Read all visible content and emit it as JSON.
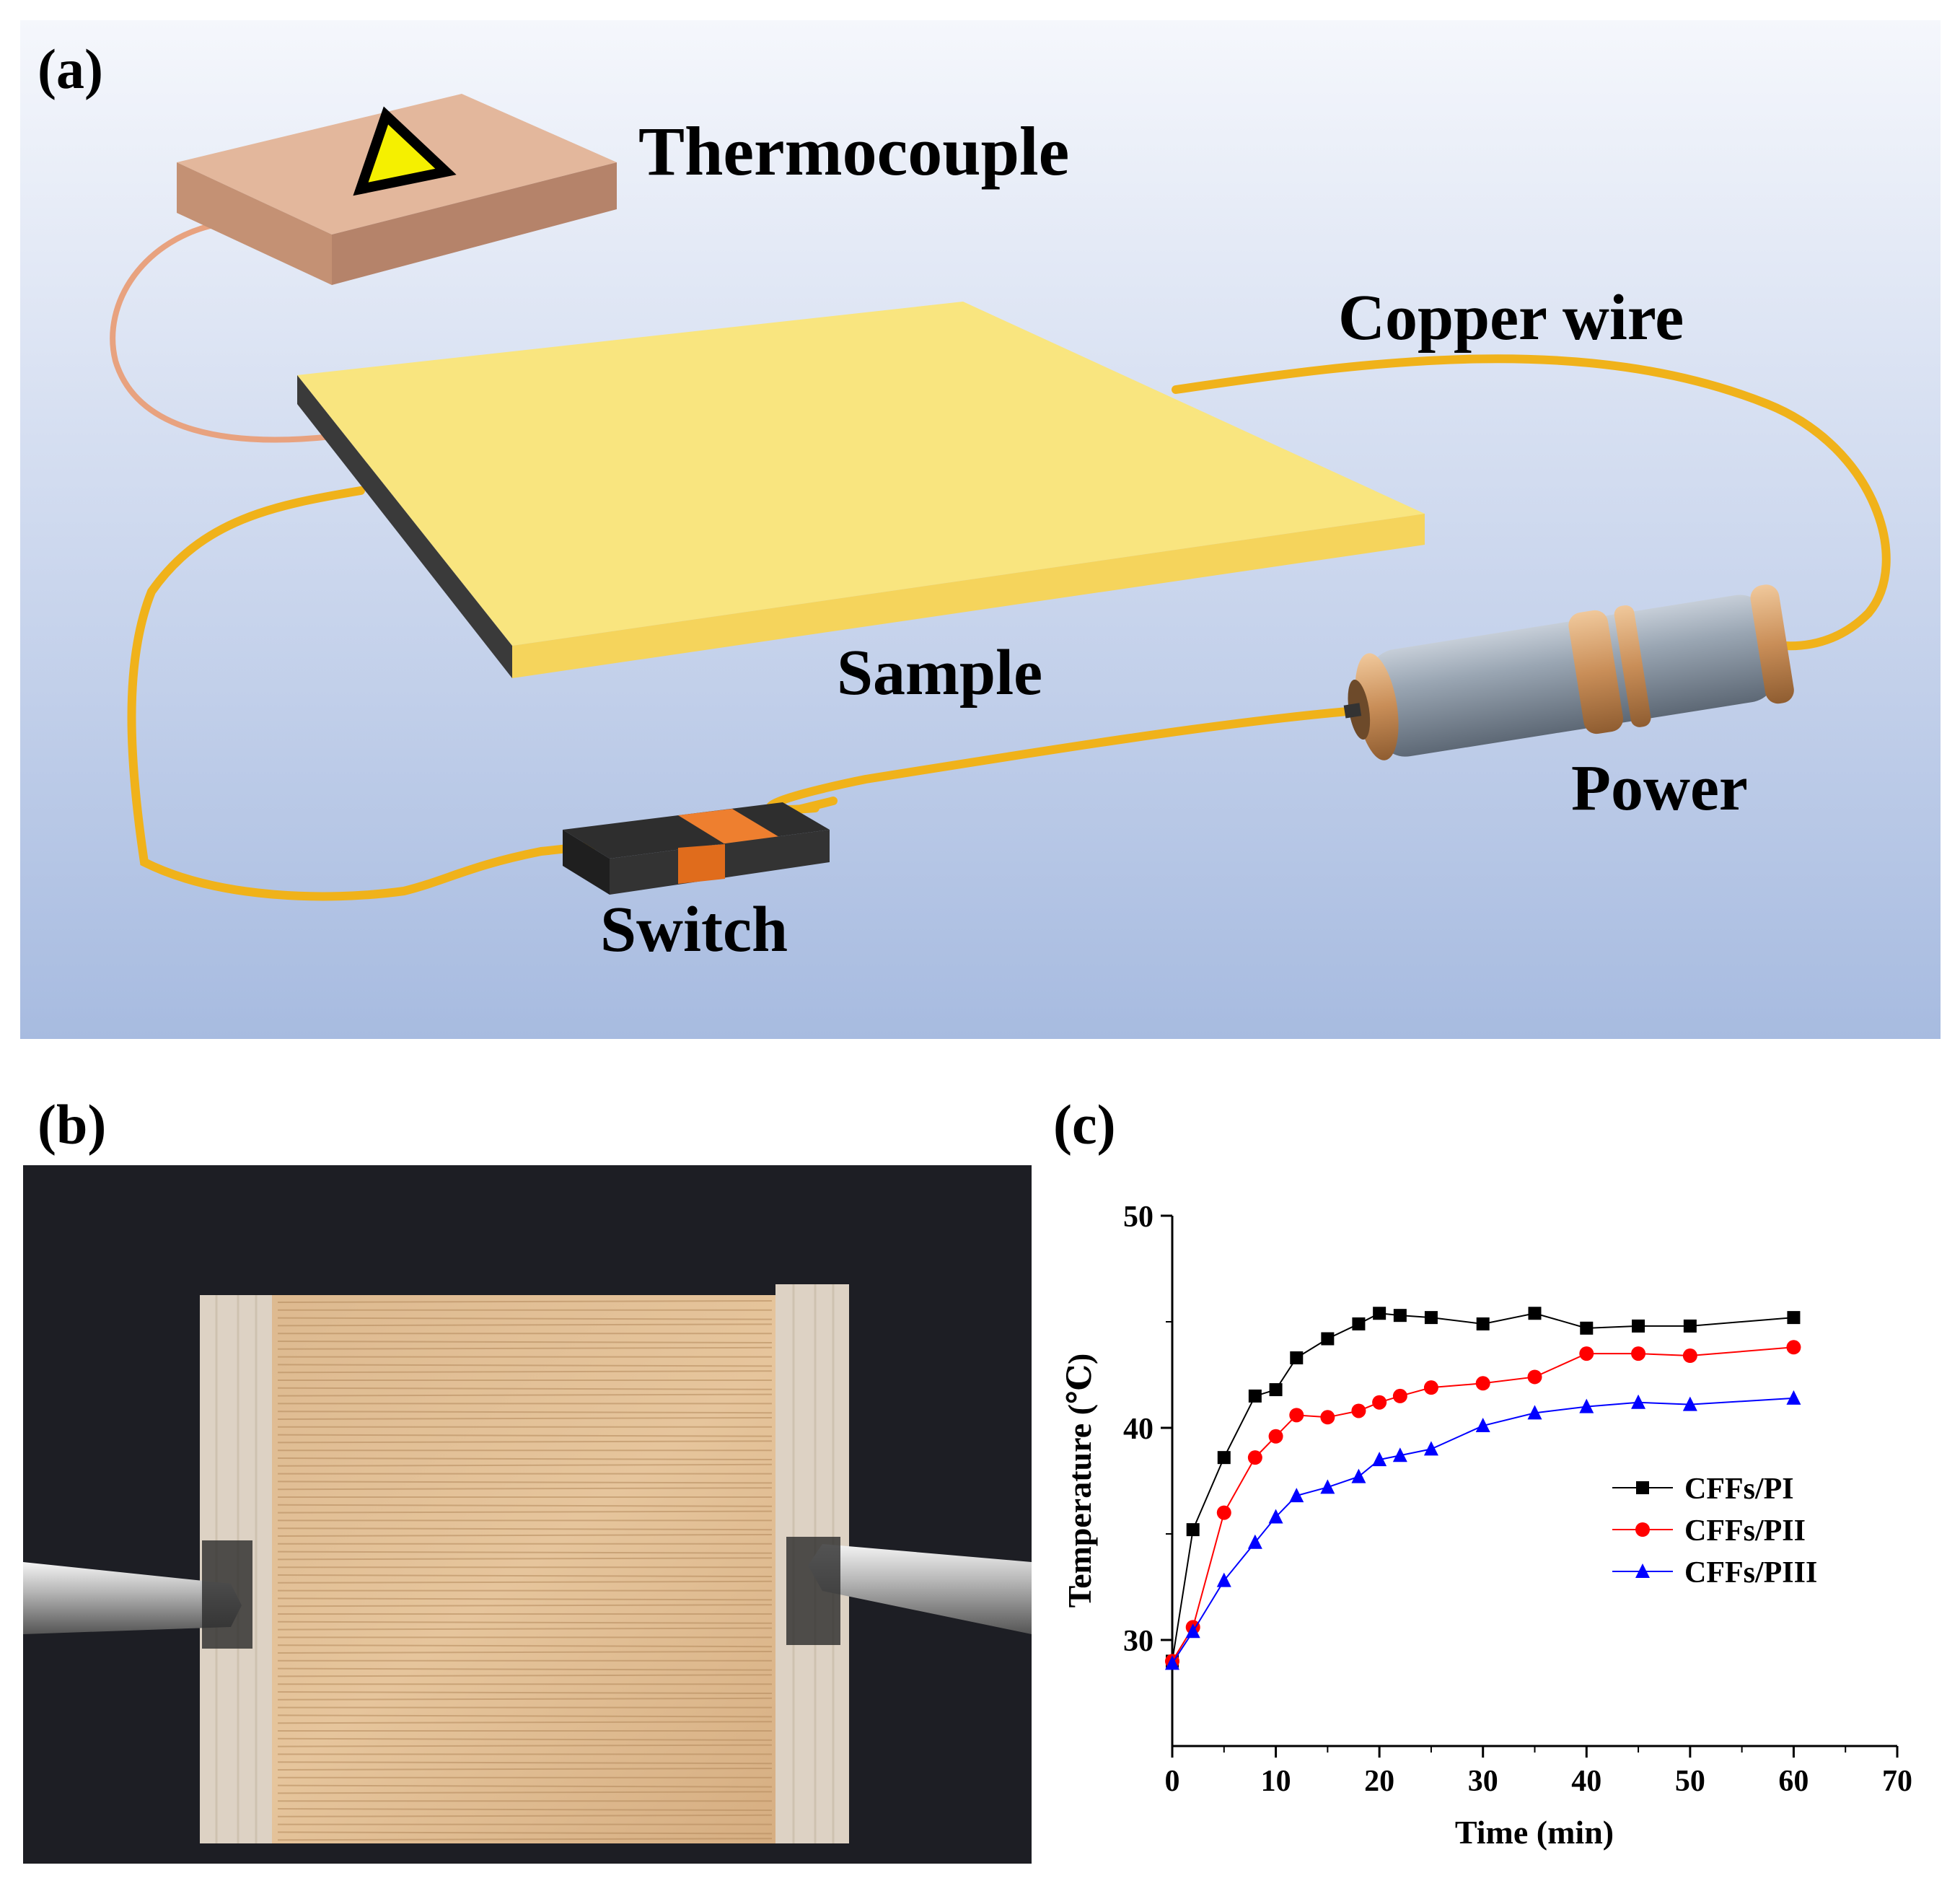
{
  "panel_a": {
    "label": "(a)",
    "thermocouple_label": "Thermocouple",
    "copper_wire_label": "Copper wire",
    "sample_label": "Sample",
    "power_label": "Power",
    "switch_label": "Switch",
    "colors": {
      "background_top": "#f3f6fb",
      "background_bottom": "#a9bde2",
      "wire": "#f0b21a",
      "thermo_wire": "#e8a27f",
      "sample_top": "#f8e27a",
      "sample_front": "#f5d45c",
      "sample_edge": "#3a3a3a",
      "thermocouple_box": "#d7a98e",
      "switch_orange": "#ee7f2f",
      "battery": "#8d9aa8",
      "battery_cap": "#c9915e"
    }
  },
  "panel_b": {
    "label": "(b)"
  },
  "panel_c": {
    "label": "(c)",
    "chart_data": {
      "type": "line",
      "xlabel": "Time (min)",
      "ylabel": "Temperature (℃)",
      "xlim": [
        0,
        70
      ],
      "ylim": [
        25,
        50
      ],
      "xticks": [
        0,
        10,
        20,
        30,
        40,
        50,
        60,
        70
      ],
      "yticks": [
        30,
        40,
        50
      ],
      "grid": false,
      "legend": "center-right",
      "series": [
        {
          "name": "CFFs/PI",
          "marker": "square",
          "color": "#000000",
          "x": [
            0,
            2,
            5,
            8,
            10,
            12,
            15,
            18,
            20,
            22,
            25,
            30,
            35,
            40,
            45,
            50,
            60
          ],
          "y": [
            29.0,
            35.2,
            38.6,
            41.5,
            41.8,
            43.3,
            44.2,
            44.9,
            45.4,
            45.3,
            45.2,
            44.9,
            45.4,
            44.7,
            44.8,
            44.8,
            45.2
          ]
        },
        {
          "name": "CFFs/PII",
          "marker": "circle",
          "color": "#ff0000",
          "x": [
            0,
            2,
            5,
            8,
            10,
            12,
            15,
            18,
            20,
            22,
            25,
            30,
            35,
            40,
            45,
            50,
            60
          ],
          "y": [
            29.0,
            30.6,
            36.0,
            38.6,
            39.6,
            40.6,
            40.5,
            40.8,
            41.2,
            41.5,
            41.9,
            42.1,
            42.4,
            43.5,
            43.5,
            43.4,
            43.8
          ]
        },
        {
          "name": "CFFs/PIII",
          "marker": "triangle",
          "color": "#0000ff",
          "x": [
            0,
            2,
            5,
            8,
            10,
            12,
            15,
            18,
            20,
            22,
            25,
            30,
            35,
            40,
            45,
            50,
            60
          ],
          "y": [
            28.9,
            30.4,
            32.8,
            34.6,
            35.8,
            36.8,
            37.2,
            37.7,
            38.5,
            38.7,
            39.0,
            40.1,
            40.7,
            41.0,
            41.2,
            41.1,
            41.4
          ]
        }
      ]
    }
  }
}
